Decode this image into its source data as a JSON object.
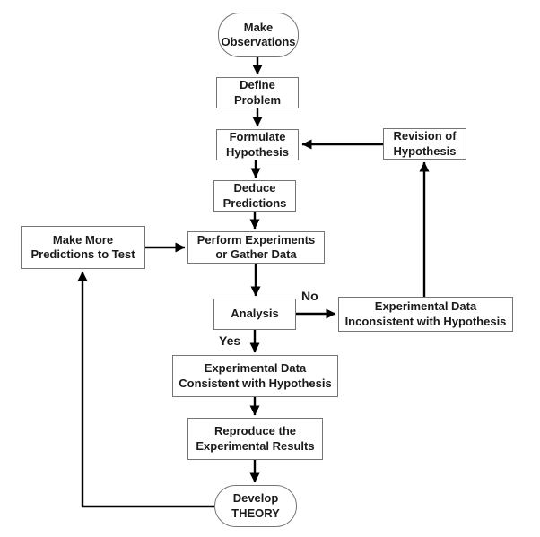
{
  "nodes": {
    "make_observations": {
      "line1": "Make",
      "line2": "Observations"
    },
    "define_problem": {
      "line1": "Define",
      "line2": "Problem"
    },
    "formulate_hypothesis": {
      "line1": "Formulate",
      "line2": "Hypothesis"
    },
    "revision_of_hypothesis": {
      "line1": "Revision of",
      "line2": "Hypothesis"
    },
    "deduce_predictions": {
      "line1": "Deduce",
      "line2": "Predictions"
    },
    "make_more_predictions": {
      "line1": "Make More",
      "line2": "Predictions to Test"
    },
    "perform_experiments": {
      "line1": "Perform Experiments",
      "line2": "or Gather Data"
    },
    "analysis": {
      "line1": "Analysis"
    },
    "experimental_data_inconsistent": {
      "line1": "Experimental Data",
      "line2": "Inconsistent with Hypothesis"
    },
    "experimental_data_consistent": {
      "line1": "Experimental Data",
      "line2": "Consistent with Hypothesis"
    },
    "reproduce_results": {
      "line1": "Reproduce the",
      "line2": "Experimental Results"
    },
    "develop_theory": {
      "line1": "Develop",
      "line2": "THEORY"
    }
  },
  "edge_labels": {
    "no": "No",
    "yes": "Yes"
  },
  "edges": [
    {
      "from": "make-observations",
      "to": "define-problem"
    },
    {
      "from": "define-problem",
      "to": "formulate-hypothesis"
    },
    {
      "from": "formulate-hypothesis",
      "to": "deduce-predictions"
    },
    {
      "from": "deduce-predictions",
      "to": "perform-experiments"
    },
    {
      "from": "make-more-predictions",
      "to": "perform-experiments"
    },
    {
      "from": "perform-experiments",
      "to": "analysis"
    },
    {
      "from": "analysis",
      "to": "experimental-data-inconsistent",
      "label": "No"
    },
    {
      "from": "analysis",
      "to": "experimental-data-consistent",
      "label": "Yes"
    },
    {
      "from": "experimental-data-inconsistent",
      "to": "revision-of-hypothesis"
    },
    {
      "from": "revision-of-hypothesis",
      "to": "formulate-hypothesis"
    },
    {
      "from": "experimental-data-consistent",
      "to": "reproduce-results"
    },
    {
      "from": "reproduce-results",
      "to": "develop-theory"
    },
    {
      "from": "develop-theory",
      "to": "make-more-predictions"
    }
  ],
  "colors": {
    "line": "#000000",
    "box_border": "#757575",
    "text": "#1a1a1a",
    "background": "#ffffff"
  }
}
